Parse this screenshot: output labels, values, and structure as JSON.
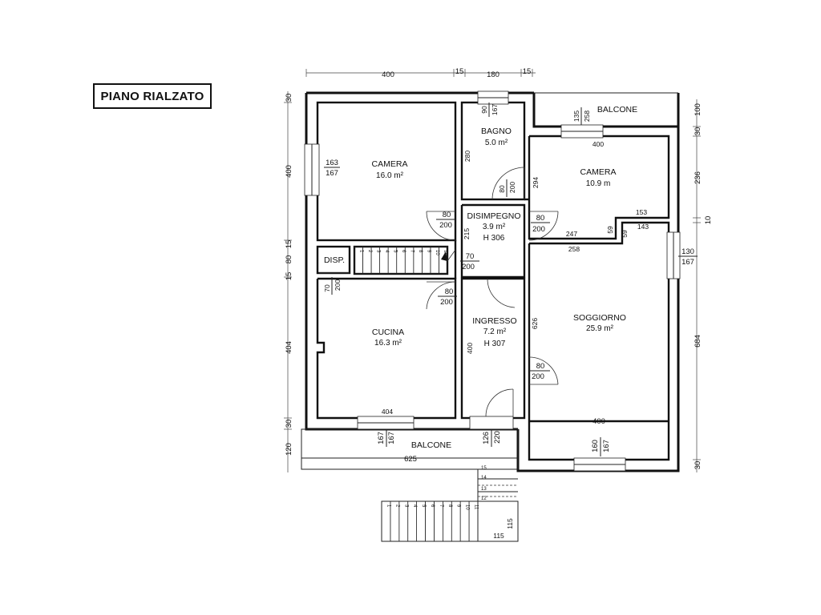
{
  "title": "PIANO RIALZATO",
  "rooms": {
    "camera1": {
      "name": "CAMERA",
      "area": "16.0 m²"
    },
    "bagno": {
      "name": "BAGNO",
      "area": "5.0 m²"
    },
    "camera2": {
      "name": "CAMERA",
      "area": "10.9 m"
    },
    "disimpegno": {
      "name": "DISIMPEGNO",
      "area": "3.9 m²",
      "height": "H 306"
    },
    "disp": {
      "name": "DISP."
    },
    "cucina": {
      "name": "CUCINA",
      "area": "16.3 m²"
    },
    "ingresso": {
      "name": "INGRESSO",
      "area": "7.2 m²",
      "height": "H 307"
    },
    "soggiorno": {
      "name": "SOGGIORNO",
      "area": "25.9 m²"
    },
    "balcone_top": {
      "name": "BALCONE"
    },
    "balcone_bottom": {
      "name": "BALCONE"
    }
  },
  "dims": {
    "top_400": "400",
    "top_15a": "15",
    "top_180": "180",
    "top_15b": "15",
    "left_30a": "30",
    "left_400": "400",
    "left_15a": "15",
    "left_80": "80",
    "left_15b": "15",
    "left_404": "404",
    "left_30b": "30",
    "left_120": "120",
    "right_100": "100",
    "right_30a": "30",
    "right_236": "236",
    "right_10": "10",
    "right_684": "684",
    "right_30b": "30",
    "win_cam1_w": "163",
    "win_cam1_h": "167",
    "bagno_win_w": "90",
    "bagno_win_h": "167",
    "bagno_280": "280",
    "bagno_door_w": "80",
    "bagno_door_h": "200",
    "bal_win_w": "135",
    "bal_win_h": "258",
    "cam2_400": "400",
    "cam2_294": "294",
    "cam2_153": "153",
    "cam2_59a": "59",
    "cam2_59b": "59",
    "cam2_143": "143",
    "cam2_247": "247",
    "cam2_door_w": "80",
    "cam2_door_h": "200",
    "cam1_door_w": "80",
    "cam1_door_h": "200",
    "dis_215": "215",
    "stair_door_w": "70",
    "stair_door_h": "200",
    "disp_door_w": "70",
    "disp_door_h": "200",
    "cuc_door_w": "80",
    "cuc_door_h": "200",
    "ing_400": "400",
    "ing_626": "626",
    "sog_258": "258",
    "sog_win_w": "130",
    "sog_win_h": "167",
    "sog_door_w": "80",
    "sog_door_h": "200",
    "sog_400": "400",
    "sog_win2_w": "160",
    "sog_win2_h": "167",
    "cuc_404": "404",
    "cuc_win_w": "167",
    "cuc_win_h": "167",
    "ent_w": "126",
    "ent_h": "220",
    "bal_625": "625",
    "ext_15": "15",
    "ext_14": "14",
    "ext_13": "13",
    "ext_12": "12",
    "ext_115a": "115",
    "ext_115b": "115"
  },
  "steps_inner": [
    "1",
    "2",
    "3",
    "4",
    "5",
    "6",
    "7",
    "8",
    "9",
    "10",
    "11"
  ],
  "steps_outer": [
    "1",
    "2",
    "3",
    "4",
    "5",
    "6",
    "7",
    "8",
    "9",
    "10",
    "11"
  ]
}
